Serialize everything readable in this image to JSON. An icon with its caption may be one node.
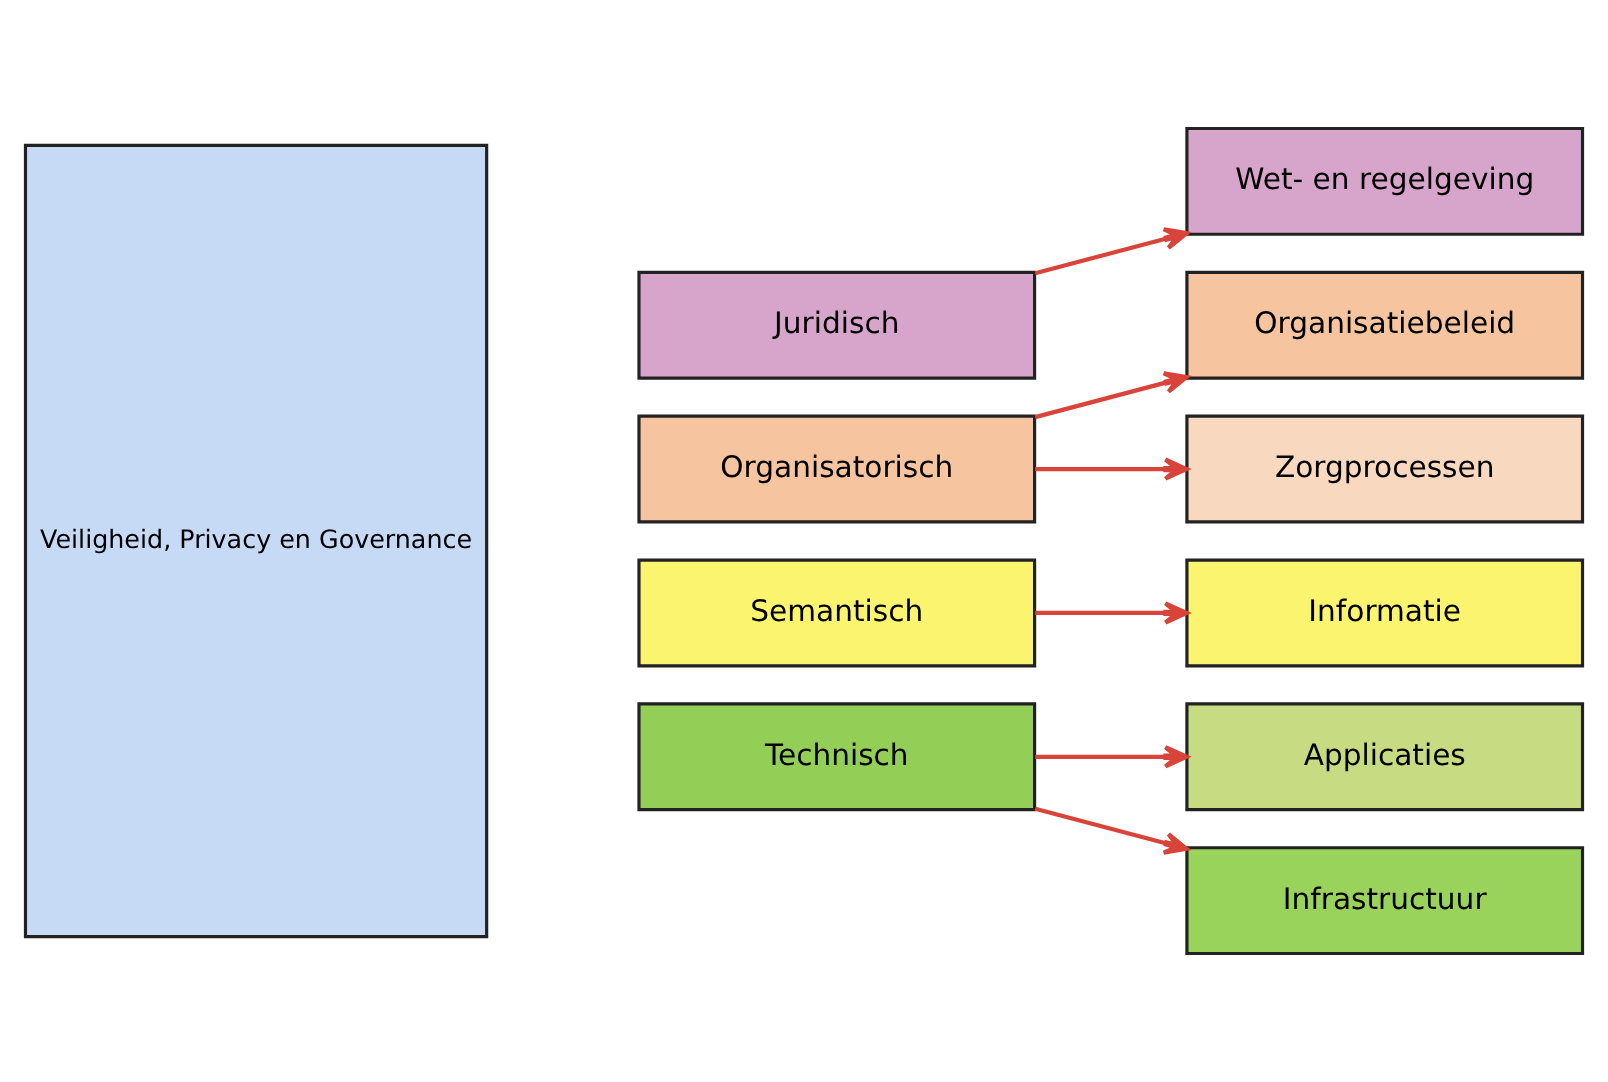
{
  "diagram": {
    "nodes": [
      {
        "text": [
          "Veiligheid, Privacy en Governance"
        ]
      },
      {
        "text": [
          "Juridisch"
        ]
      },
      {
        "text": [
          "Wet- en regelgeving"
        ]
      },
      {
        "text": [
          "Organisatorisch"
        ]
      },
      {
        "text": [
          "Organisatiebeleid"
        ]
      },
      {
        "text": [
          "Zorgprocessen"
        ]
      },
      {
        "text": [
          "Semantisch"
        ]
      },
      {
        "text": [
          "Informatie"
        ]
      },
      {
        "text": [
          "Technisch"
        ]
      },
      {
        "text": [
          "Applicaties"
        ]
      },
      {
        "text": [
          "Infrastructuur"
        ]
      }
    ],
    "edges": [
      {
        "from": 1,
        "to": 2,
        "arrow": "to"
      },
      {
        "from": 3,
        "to": 4,
        "arrow": "to"
      },
      {
        "from": 3,
        "to": 5,
        "arrow": "to"
      },
      {
        "from": 6,
        "to": 7,
        "arrow": "to"
      },
      {
        "from": 8,
        "to": 9,
        "arrow": "to"
      },
      {
        "from": 8,
        "to": 10,
        "arrow": "to"
      }
    ]
  }
}
